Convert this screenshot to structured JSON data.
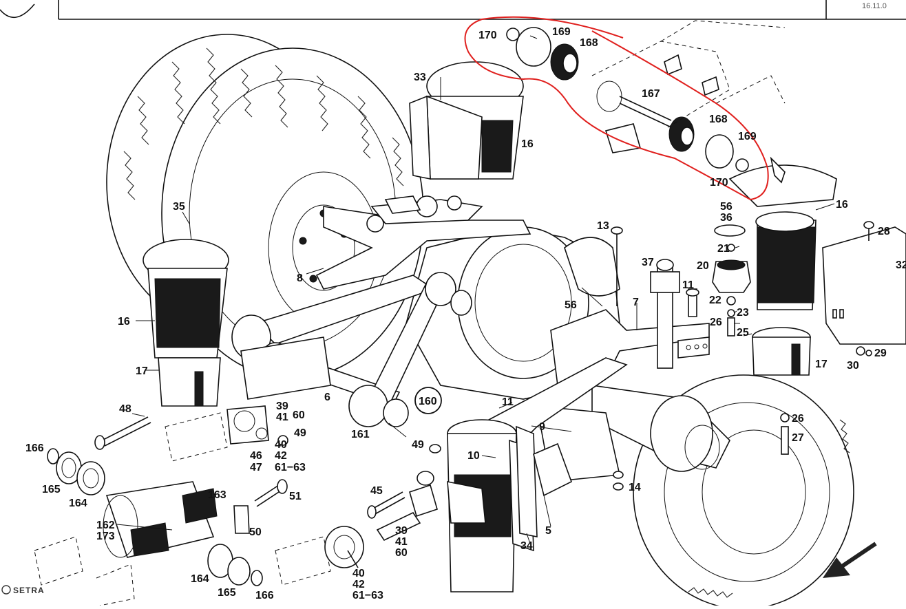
{
  "header": {
    "date": "16.11.0"
  },
  "brand": {
    "logo_text": "SETRA"
  },
  "annotation": {
    "highlight_color": "#e0201e"
  },
  "part_labels": {
    "p170a": "170",
    "p169a": "169",
    "p168a": "168",
    "p167": "167",
    "p168b": "168",
    "p169b": "169",
    "p170b": "170",
    "p33": "33",
    "p16a": "16",
    "p16b": "16",
    "p16c": "16",
    "p35": "35",
    "p8": "8",
    "p13": "13",
    "p56a": "56",
    "p36": "36",
    "p28": "28",
    "p32": "32",
    "p21": "21",
    "p20": "20",
    "p37": "37",
    "p11a": "11",
    "p7": "7",
    "p56b": "56",
    "p22": "22",
    "p23": "23",
    "p26a": "26",
    "p25": "25",
    "p17a": "17",
    "p17b": "17",
    "p30": "30",
    "p29": "29",
    "p39a": "39",
    "p41a": "41",
    "p60a": "60",
    "p6": "6",
    "p160": "160",
    "p11b": "11",
    "p48": "48",
    "p49a": "49",
    "p161": "161",
    "p49b": "49",
    "p9": "9",
    "p26b": "26",
    "p27": "27",
    "p166a": "166",
    "p40a": "40",
    "p42a": "42",
    "p46": "46",
    "p47": "47",
    "p61_63a": "61−63",
    "p10": "10",
    "p165a": "165",
    "p164a": "164",
    "p163": "163",
    "p51": "51",
    "p45": "45",
    "p14": "14",
    "p162": "162",
    "p173": "173",
    "p50": "50",
    "p39b": "39",
    "p41b": "41",
    "p60b": "60",
    "p5": "5",
    "p34": "34",
    "p164b": "164",
    "p165b": "165",
    "p166b": "166",
    "p40b": "40",
    "p42b": "42",
    "p61_63b": "61−63"
  }
}
